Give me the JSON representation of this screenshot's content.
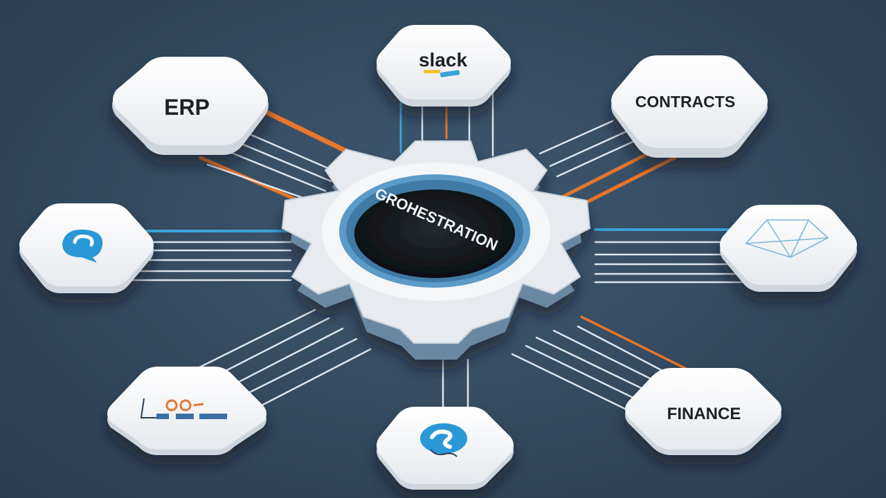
{
  "hub": {
    "label": "GROHESTRATION",
    "icon": "gear-icon"
  },
  "nodes": {
    "erp": {
      "label": "ERP"
    },
    "slack": {
      "label": "slack"
    },
    "contracts": {
      "label": "CONTRACTS"
    },
    "finance": {
      "label": "FINANCE"
    },
    "left_app": {
      "icon": "chat-bubble-icon"
    },
    "right_app": {
      "icon": "document-frame-icon"
    },
    "bottom_left_app": {
      "icon": "scribbled-logo-icon"
    },
    "bottom_app": {
      "icon": "swirl-logo-icon"
    }
  },
  "colors": {
    "background": "#33495e",
    "node_face": "#f2f3f5",
    "accent_orange": "#e8762b",
    "accent_blue": "#3aa3d8",
    "line_white": "#dfe6ee",
    "hub_ring": "#5c9bc8",
    "hub_core": "#101418"
  }
}
